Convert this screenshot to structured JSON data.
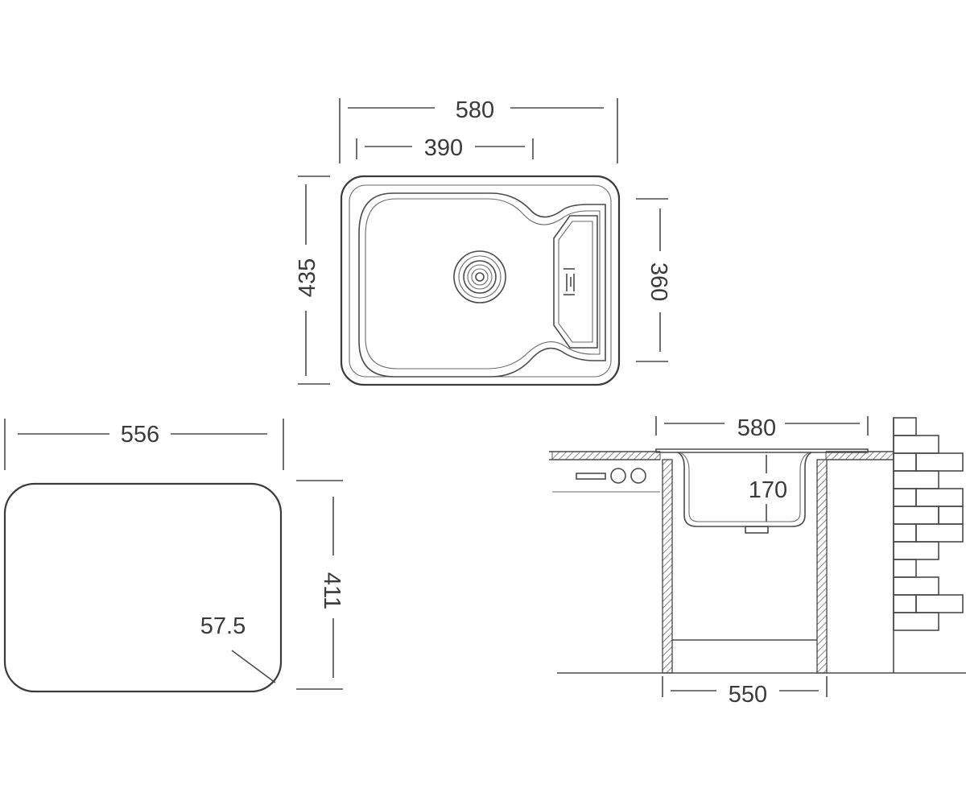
{
  "top_view": {
    "overall_width": "580",
    "bowl_width": "390",
    "overall_depth": "435",
    "bowl_depth": "360"
  },
  "cutout_view": {
    "width": "556",
    "depth": "411",
    "corner_radius": "57.5"
  },
  "section_view": {
    "sink_width": "580",
    "bowl_height": "170",
    "cabinet_width": "550"
  },
  "colors": {
    "line": "#4a4a4a",
    "text": "#3a3a3a",
    "background": "#ffffff"
  }
}
